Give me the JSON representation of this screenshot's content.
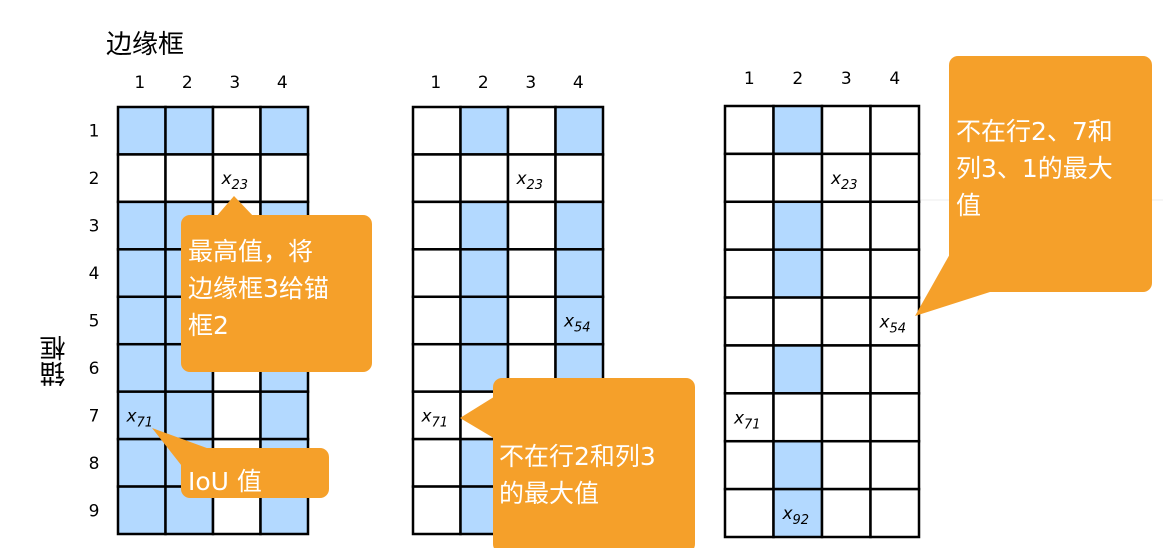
{
  "title": "边缘框",
  "ylabel": "锚框",
  "col_labels": [
    "1",
    "2",
    "3",
    "4"
  ],
  "row_labels": [
    "1",
    "2",
    "3",
    "4",
    "5",
    "6",
    "7",
    "8",
    "9"
  ],
  "colors": {
    "blue": "#b3d9ff",
    "orange": "#f5a02a",
    "grid": "#000000"
  },
  "grids": [
    {
      "name": "step-1",
      "blue": [
        [
          1,
          1,
          0,
          1
        ],
        [
          0,
          0,
          0,
          0
        ],
        [
          1,
          1,
          0,
          1
        ],
        [
          1,
          1,
          0,
          1
        ],
        [
          1,
          1,
          0,
          1
        ],
        [
          1,
          1,
          0,
          1
        ],
        [
          1,
          1,
          0,
          1
        ],
        [
          1,
          1,
          0,
          1
        ],
        [
          1,
          1,
          0,
          1
        ]
      ],
      "labels": [
        {
          "row": 2,
          "col": 3,
          "text": "x",
          "sub": "23"
        },
        {
          "row": 7,
          "col": 1,
          "text": "x",
          "sub": "71"
        }
      ]
    },
    {
      "name": "step-2",
      "blue": [
        [
          0,
          1,
          0,
          1
        ],
        [
          0,
          0,
          0,
          0
        ],
        [
          0,
          1,
          0,
          1
        ],
        [
          0,
          1,
          0,
          1
        ],
        [
          0,
          1,
          0,
          1
        ],
        [
          0,
          1,
          0,
          1
        ],
        [
          0,
          0,
          0,
          0
        ],
        [
          0,
          1,
          0,
          1
        ],
        [
          0,
          1,
          0,
          1
        ]
      ],
      "labels": [
        {
          "row": 2,
          "col": 3,
          "text": "x",
          "sub": "23"
        },
        {
          "row": 5,
          "col": 4,
          "text": "x",
          "sub": "54"
        },
        {
          "row": 7,
          "col": 1,
          "text": "x",
          "sub": "71"
        }
      ]
    },
    {
      "name": "step-3",
      "blue": [
        [
          0,
          1,
          0,
          0
        ],
        [
          0,
          0,
          0,
          0
        ],
        [
          0,
          1,
          0,
          0
        ],
        [
          0,
          1,
          0,
          0
        ],
        [
          0,
          0,
          0,
          0
        ],
        [
          0,
          1,
          0,
          0
        ],
        [
          0,
          0,
          0,
          0
        ],
        [
          0,
          1,
          0,
          0
        ],
        [
          0,
          1,
          0,
          0
        ]
      ],
      "labels": [
        {
          "row": 2,
          "col": 3,
          "text": "x",
          "sub": "23"
        },
        {
          "row": 5,
          "col": 4,
          "text": "x",
          "sub": "54"
        },
        {
          "row": 7,
          "col": 1,
          "text": "x",
          "sub": "71"
        },
        {
          "row": 9,
          "col": 2,
          "text": "x",
          "sub": "92"
        }
      ]
    }
  ],
  "callouts": [
    {
      "name": "max-value-callout",
      "lines": [
        "最高值，将",
        "边缘框3给锚",
        "框2"
      ]
    },
    {
      "name": "iou-callout",
      "lines": [
        "IoU 值"
      ]
    },
    {
      "name": "row2-col3-callout",
      "lines": [
        "不在行2和列3",
        "的最大值"
      ]
    },
    {
      "name": "row27-col31-callout",
      "lines": [
        "不在行2、7和",
        "列3、1的最大",
        "值"
      ]
    }
  ]
}
